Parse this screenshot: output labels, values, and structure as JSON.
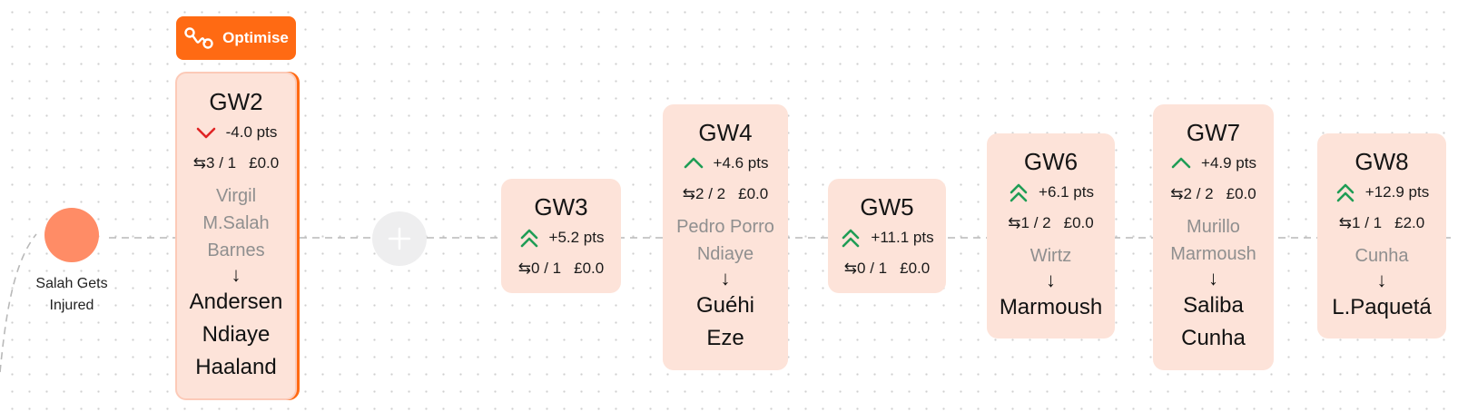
{
  "event": {
    "label_line1": "Salah Gets",
    "label_line2": "Injured"
  },
  "optimise_button": {
    "label": "Optimise"
  },
  "colors": {
    "accent": "#ff6a13",
    "card_bg": "#fde3d9",
    "event_node": "#ff8c66",
    "up": "#1f9d55",
    "down": "#e02424"
  },
  "cards": [
    {
      "title": "GW2",
      "trend": "down",
      "pts": "-4.0 pts",
      "transfers": "⇆3 / 1",
      "cost": "£0.0",
      "out": [
        "Virgil",
        "M.Salah",
        "Barnes"
      ],
      "in": [
        "Andersen",
        "Ndiaye",
        "Haaland"
      ],
      "selected": true
    },
    {
      "title": "GW3",
      "trend": "double-up",
      "pts": "+5.2 pts",
      "transfers": "⇆0 / 1",
      "cost": "£0.0",
      "out": [],
      "in": []
    },
    {
      "title": "GW4",
      "trend": "up",
      "pts": "+4.6 pts",
      "transfers": "⇆2 / 2",
      "cost": "£0.0",
      "out": [
        "Pedro Porro",
        "Ndiaye"
      ],
      "in": [
        "Guéhi",
        "Eze"
      ]
    },
    {
      "title": "GW5",
      "trend": "double-up",
      "pts": "+11.1 pts",
      "transfers": "⇆0 / 1",
      "cost": "£0.0",
      "out": [],
      "in": []
    },
    {
      "title": "GW6",
      "trend": "double-up",
      "pts": "+6.1 pts",
      "transfers": "⇆1 / 2",
      "cost": "£0.0",
      "out": [
        "Wirtz"
      ],
      "in": [
        "Marmoush"
      ]
    },
    {
      "title": "GW7",
      "trend": "up",
      "pts": "+4.9 pts",
      "transfers": "⇆2 / 2",
      "cost": "£0.0",
      "out": [
        "Murillo",
        "Marmoush"
      ],
      "in": [
        "Saliba",
        "Cunha"
      ]
    },
    {
      "title": "GW8",
      "trend": "double-up",
      "pts": "+12.9 pts",
      "transfers": "⇆1 / 1",
      "cost": "£2.0",
      "out": [
        "Cunha"
      ],
      "in": [
        "L.Paquetá"
      ]
    }
  ]
}
